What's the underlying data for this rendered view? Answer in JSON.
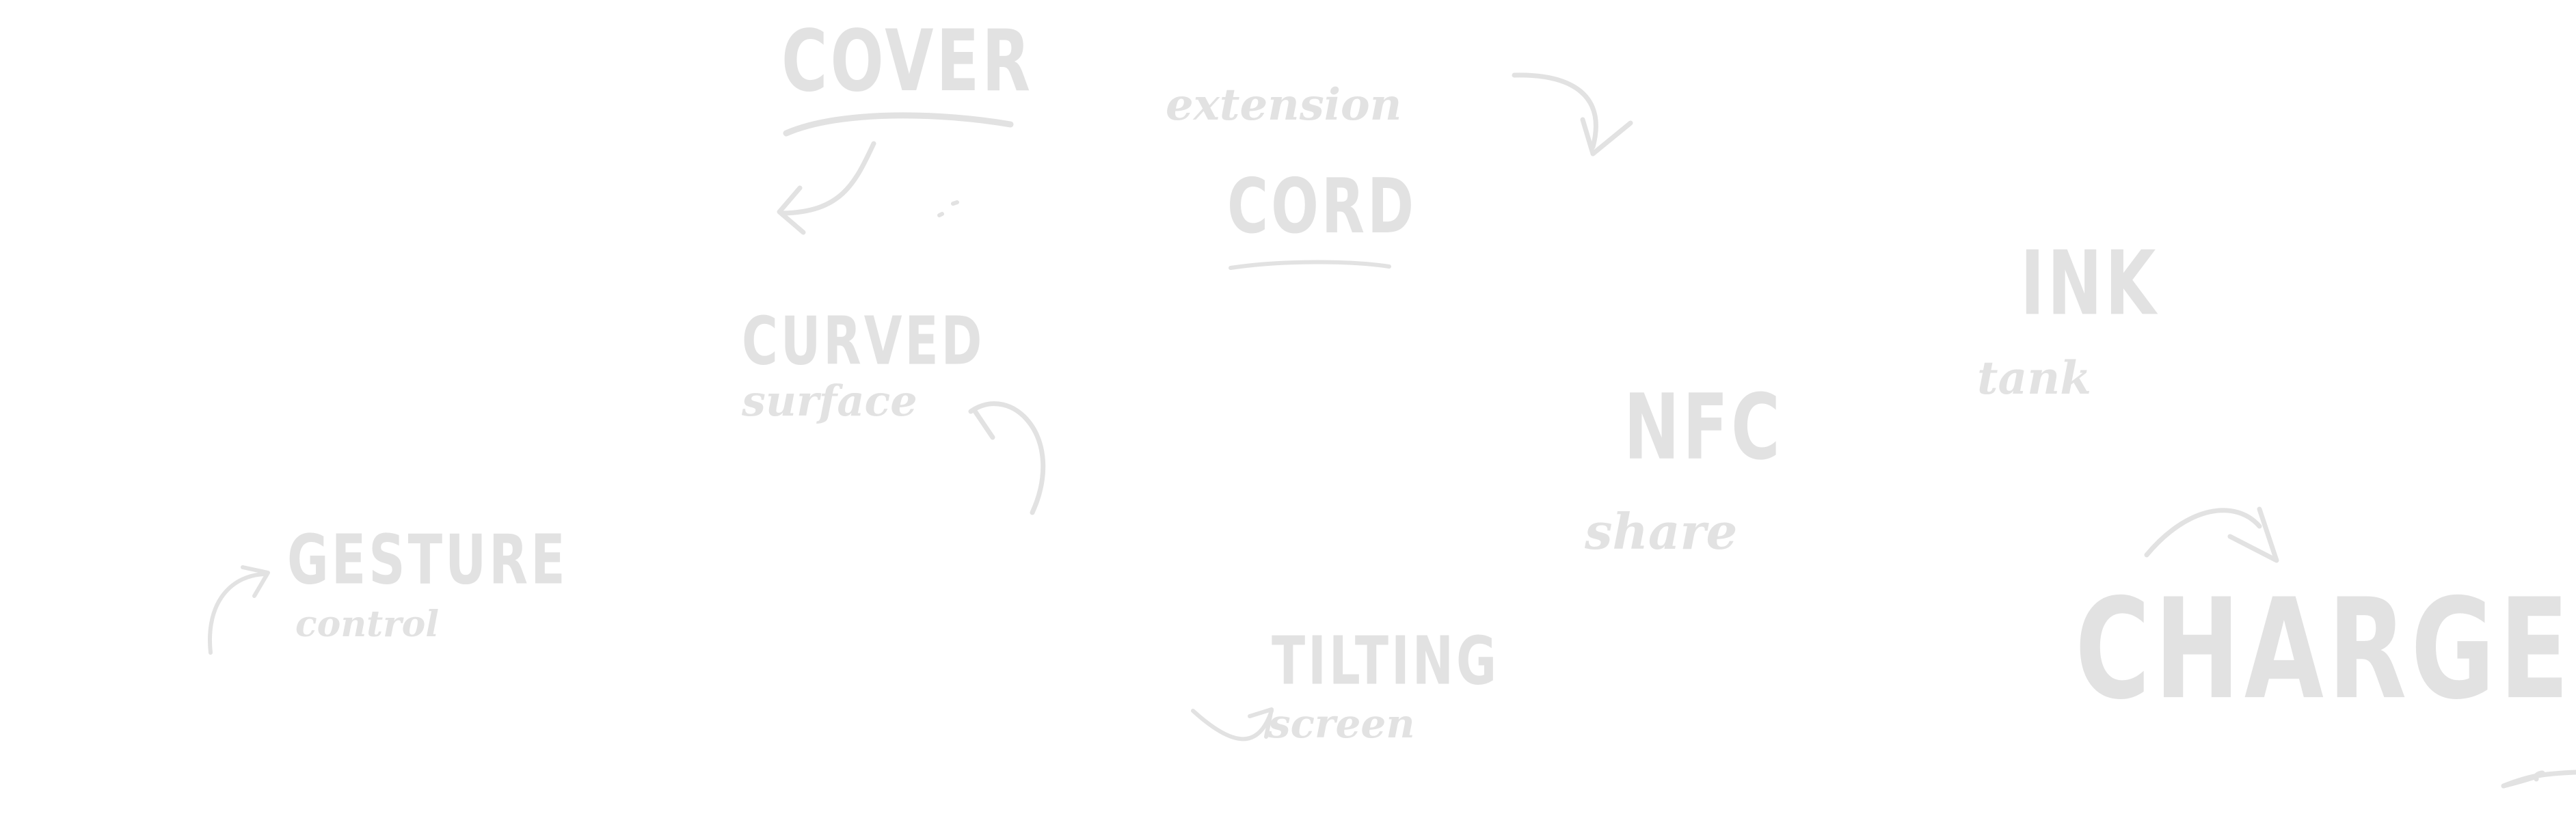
{
  "labels": {
    "cover": "COVER",
    "extension": "extension",
    "cord": "CORD",
    "curved": "CURVED",
    "surface": "surface",
    "ink": "INK",
    "tank": "tank",
    "nfc": "NFC",
    "share": "share",
    "gesture": "GESTURE",
    "control": "control",
    "tilting": "TILTING",
    "screen": "screen",
    "charge": "CHARGE"
  },
  "colors": {
    "ink": "#e2e2e2",
    "background": "#ffffff"
  }
}
